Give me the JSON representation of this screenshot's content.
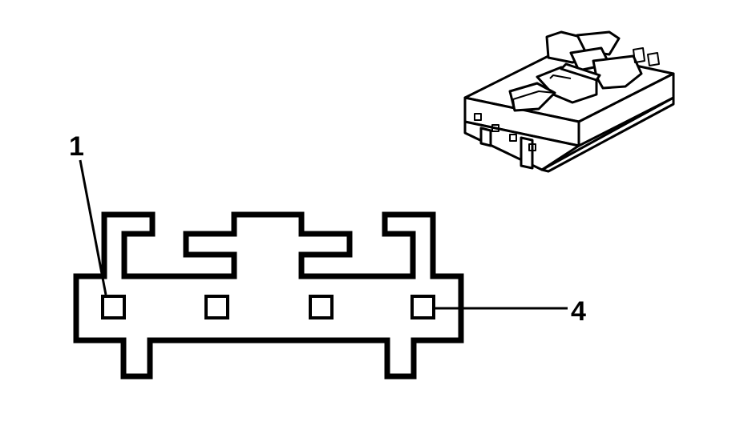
{
  "callouts": {
    "pin_first": "1",
    "pin_last": "4"
  },
  "icons": {
    "connector_3d": "connector-isometric-icon",
    "connector_face": "connector-face-view"
  },
  "colors": {
    "line": "#000000",
    "background": "#ffffff"
  }
}
